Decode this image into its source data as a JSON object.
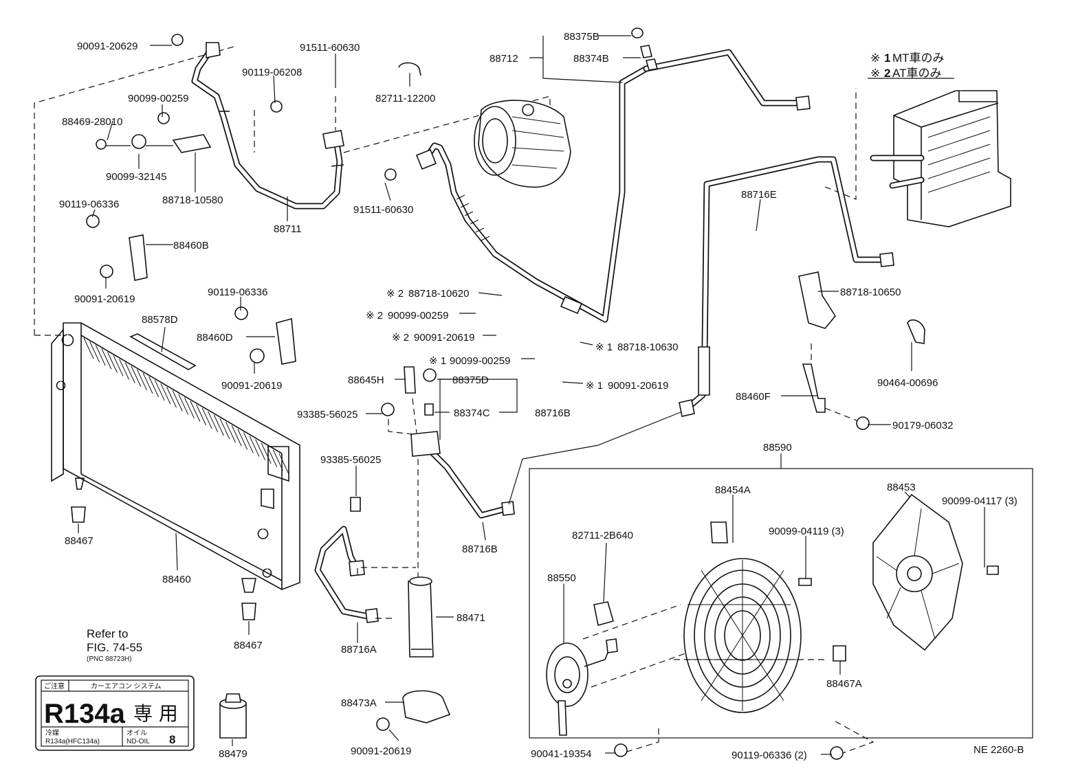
{
  "labels": {
    "p_90091_20629": "90091-20629",
    "p_91511_60630_top": "91511-60630",
    "p_90119_06208": "90119-06208",
    "p_82711_12200": "82711-12200",
    "p_90099_00259_top": "90099-00259",
    "p_88469_28010": "88469-28010",
    "p_90099_32145": "90099-32145",
    "p_88718_10580": "88718-10580",
    "p_88711": "88711",
    "p_90119_06336_a": "90119-06336",
    "p_88460B": "88460B",
    "p_90091_20619_a": "90091-20619",
    "p_91511_60630_mid": "91511-60630",
    "p_88375B": "88375B",
    "p_88712": "88712",
    "p_88374B": "88374B",
    "p_88716E": "88716E",
    "p_90119_06336_b": "90119-06336",
    "p_88578D": "88578D",
    "p_88460D": "88460D",
    "p_90091_20619_b": "90091-20619",
    "p_88718_10620": "88718-10620",
    "p_90099_00259_mid": "90099-00259",
    "p_90091_20619_c": "90091-20619",
    "p_88718_10630": "88718-10630",
    "p_90099_00259_low": "90099-00259",
    "p_90091_20619_d": "90091-20619",
    "p_88645H": "88645H",
    "p_88375D": "88375D",
    "p_93385_56025_a": "93385-56025",
    "p_88374C": "88374C",
    "p_88716B_top": "88716B",
    "p_88718_10650": "88718-10650",
    "p_90464_00696": "90464-00696",
    "p_88460F": "88460F",
    "p_90179_06032": "90179-06032",
    "p_88590": "88590",
    "p_93385_56025_b": "93385-56025",
    "p_88716B_low": "88716B",
    "p_88467_a": "88467",
    "p_88460": "88460",
    "p_88467_b": "88467",
    "p_88716A": "88716A",
    "p_88471": "88471",
    "p_88473A": "88473A",
    "p_90091_20619_e": "90091-20619",
    "p_88479": "88479",
    "p_88454A": "88454A",
    "p_88453": "88453",
    "p_90099_04117": "90099-04117 (3)",
    "p_90099_04119": "90099-04119 (3)",
    "p_82711_2B640": "82711-2B640",
    "p_88550": "88550",
    "p_88467A": "88467A",
    "p_90041_19354": "90041-19354",
    "p_90119_06336_c": "90119-06336 (2)",
    "diagram_code": "NE 2260-B"
  },
  "notes": {
    "mark": "※",
    "mark1": "※ 1",
    "mark2": "※ 2",
    "num1": "1",
    "num2": "2",
    "mt_only": "MT車のみ",
    "at_only": "AT車のみ"
  },
  "reference": {
    "line1": "Refer to",
    "line2": "FIG. 74-55",
    "line3": "(PNC 88723H)"
  },
  "caution_label": {
    "heading": "ご注意",
    "system": "カーエアコン システム",
    "refrigerant_big": "R134a",
    "dedicated": "専 用",
    "refrigerant_title": "冷媒",
    "refrigerant_name": "R134a(HFC134a)",
    "oil_title": "オイル",
    "oil_name": "ND-OIL",
    "oil_number": "8"
  }
}
